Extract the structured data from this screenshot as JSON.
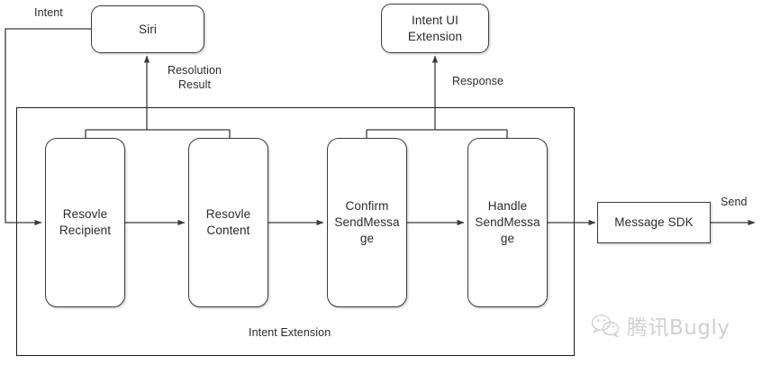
{
  "diagram": {
    "title_caption": "Intent Extension",
    "external_nodes": [
      {
        "id": "siri",
        "label": "Siri",
        "shape": "rounded"
      },
      {
        "id": "intent-ui-extension",
        "label": "Intent UI\nExtension",
        "shape": "rounded"
      },
      {
        "id": "message-sdk",
        "label": "Message SDK",
        "shape": "sharp"
      }
    ],
    "process_nodes": [
      {
        "id": "resolve-recipient",
        "label": "Resovle\nRecipient",
        "shape": "pill"
      },
      {
        "id": "resolve-content",
        "label": "Resovle\nContent",
        "shape": "pill"
      },
      {
        "id": "confirm-sendmessage",
        "label": "Confirm\nSendMessa\nge",
        "shape": "pill"
      },
      {
        "id": "handle-sendmessage",
        "label": "Handle\nSendMessa\nge",
        "shape": "pill"
      }
    ],
    "edge_labels": [
      {
        "id": "intent",
        "text": "Intent"
      },
      {
        "id": "resolution-result",
        "text": "Resolution\nResult"
      },
      {
        "id": "response",
        "text": "Response"
      },
      {
        "id": "send",
        "text": "Send"
      }
    ],
    "colors": {
      "stroke": "#3b3b3b",
      "container_stroke": "#1d1d1d",
      "text": "#2b2b2b",
      "background": "#ffffff",
      "watermark": "#6f6f6f"
    }
  },
  "watermark": {
    "text": "腾讯Bugly",
    "icon": "wechat-logo-icon"
  }
}
